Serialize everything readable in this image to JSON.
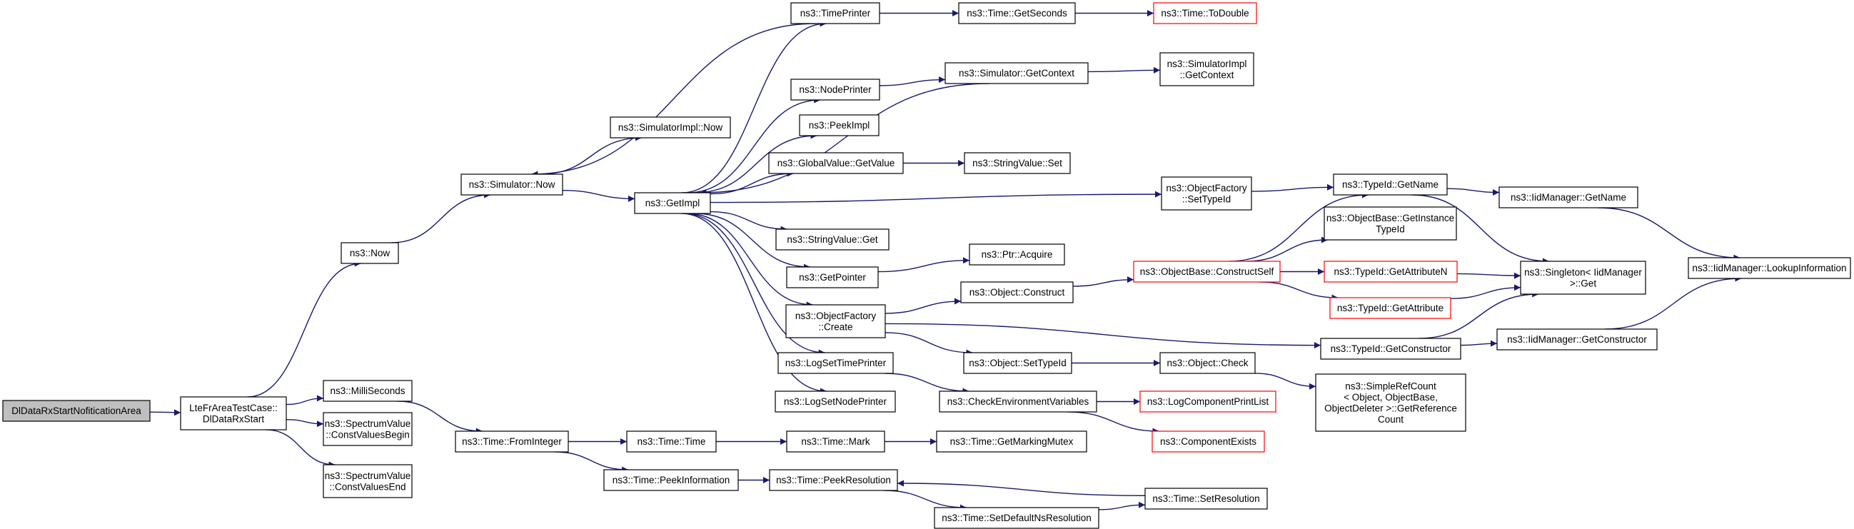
{
  "colors": {
    "edge": "#191970",
    "node_border": "#000000",
    "node_border_truncated": "#ff0000",
    "root_fill": "#bfbfbf",
    "node_fill": "#ffffff"
  },
  "nodes": [
    {
      "id": "dlnotif",
      "lines": [
        "DlDataRxStartNofiticationArea"
      ],
      "style": "root"
    },
    {
      "id": "ltefr",
      "lines": [
        "LteFrAreaTestCase::",
        "DlDataRxStart"
      ],
      "style": "normal"
    },
    {
      "id": "now",
      "lines": [
        "ns3::Now"
      ],
      "style": "normal"
    },
    {
      "id": "millis",
      "lines": [
        "ns3::MilliSeconds"
      ],
      "style": "normal"
    },
    {
      "id": "svcvb",
      "lines": [
        "ns3::SpectrumValue",
        "::ConstValuesBegin"
      ],
      "style": "normal"
    },
    {
      "id": "svcve",
      "lines": [
        "ns3::SpectrumValue",
        "::ConstValuesEnd"
      ],
      "style": "normal"
    },
    {
      "id": "simnow",
      "lines": [
        "ns3::Simulator::Now"
      ],
      "style": "normal"
    },
    {
      "id": "simimplnow",
      "lines": [
        "ns3::SimulatorImpl::Now"
      ],
      "style": "normal"
    },
    {
      "id": "getimpl",
      "lines": [
        "ns3::GetImpl"
      ],
      "style": "normal"
    },
    {
      "id": "fromint",
      "lines": [
        "ns3::Time::FromInteger"
      ],
      "style": "normal"
    },
    {
      "id": "timeprinter",
      "lines": [
        "ns3::TimePrinter"
      ],
      "style": "normal"
    },
    {
      "id": "nodeprinter",
      "lines": [
        "ns3::NodePrinter"
      ],
      "style": "normal"
    },
    {
      "id": "peekimpl",
      "lines": [
        "ns3::PeekImpl"
      ],
      "style": "normal"
    },
    {
      "id": "gvgetvalue",
      "lines": [
        "ns3::GlobalValue::GetValue"
      ],
      "style": "normal"
    },
    {
      "id": "svget",
      "lines": [
        "ns3::StringValue::Get"
      ],
      "style": "normal"
    },
    {
      "id": "getpointer",
      "lines": [
        "ns3::GetPointer"
      ],
      "style": "normal"
    },
    {
      "id": "ofcreate",
      "lines": [
        "ns3::ObjectFactory",
        "::Create"
      ],
      "style": "normal"
    },
    {
      "id": "logsettp",
      "lines": [
        "ns3::LogSetTimePrinter"
      ],
      "style": "normal"
    },
    {
      "id": "logsetnp",
      "lines": [
        "ns3::LogSetNodePrinter"
      ],
      "style": "normal"
    },
    {
      "id": "timetime",
      "lines": [
        "ns3::Time::Time"
      ],
      "style": "normal"
    },
    {
      "id": "peekinfo",
      "lines": [
        "ns3::Time::PeekInformation"
      ],
      "style": "normal"
    },
    {
      "id": "getseconds",
      "lines": [
        "ns3::Time::GetSeconds"
      ],
      "style": "normal"
    },
    {
      "id": "todouble",
      "lines": [
        "ns3::Time::ToDouble"
      ],
      "style": "truncated"
    },
    {
      "id": "simgetctx",
      "lines": [
        "ns3::Simulator::GetContext"
      ],
      "style": "normal"
    },
    {
      "id": "simimplgetctx",
      "lines": [
        "ns3::SimulatorImpl",
        "::GetContext"
      ],
      "style": "normal"
    },
    {
      "id": "svset",
      "lines": [
        "ns3::StringValue::Set"
      ],
      "style": "normal"
    },
    {
      "id": "ptracquire",
      "lines": [
        "ns3::Ptr::Acquire"
      ],
      "style": "normal"
    },
    {
      "id": "objconstruct",
      "lines": [
        "ns3::Object::Construct"
      ],
      "style": "normal"
    },
    {
      "id": "objsettypeid",
      "lines": [
        "ns3::Object::SetTypeId"
      ],
      "style": "normal"
    },
    {
      "id": "checkenv",
      "lines": [
        "ns3::CheckEnvironmentVariables"
      ],
      "style": "normal"
    },
    {
      "id": "timemark",
      "lines": [
        "ns3::Time::Mark"
      ],
      "style": "normal"
    },
    {
      "id": "peekres",
      "lines": [
        "ns3::Time::PeekResolution"
      ],
      "style": "normal"
    },
    {
      "id": "setdefns",
      "lines": [
        "ns3::Time::SetDefaultNsResolution"
      ],
      "style": "normal"
    },
    {
      "id": "ofsettypeid",
      "lines": [
        "ns3::ObjectFactory",
        "::SetTypeId"
      ],
      "style": "normal"
    },
    {
      "id": "obconstructself",
      "lines": [
        "ns3::ObjectBase::ConstructSelf"
      ],
      "style": "truncated"
    },
    {
      "id": "objcheck",
      "lines": [
        "ns3::Object::Check"
      ],
      "style": "normal"
    },
    {
      "id": "logcpl",
      "lines": [
        "ns3::LogComponentPrintList"
      ],
      "style": "truncated"
    },
    {
      "id": "compexists",
      "lines": [
        "ns3::ComponentExists"
      ],
      "style": "truncated"
    },
    {
      "id": "getmarkmutex",
      "lines": [
        "ns3::Time::GetMarkingMutex"
      ],
      "style": "normal"
    },
    {
      "id": "setres",
      "lines": [
        "ns3::Time::SetResolution"
      ],
      "style": "normal"
    },
    {
      "id": "tidgetname",
      "lines": [
        "ns3::TypeId::GetName"
      ],
      "style": "normal"
    },
    {
      "id": "obgetinst",
      "lines": [
        "ns3::ObjectBase::GetInstance",
        "TypeId"
      ],
      "style": "normal"
    },
    {
      "id": "tidgetattrn",
      "lines": [
        "ns3::TypeId::GetAttributeN"
      ],
      "style": "truncated"
    },
    {
      "id": "tidgetattr",
      "lines": [
        "ns3::TypeId::GetAttribute"
      ],
      "style": "truncated"
    },
    {
      "id": "tidgetctor",
      "lines": [
        "ns3::TypeId::GetConstructor"
      ],
      "style": "normal"
    },
    {
      "id": "simplerefcount",
      "lines": [
        "ns3::SimpleRefCount",
        "< Object, ObjectBase,",
        "ObjectDeleter >::GetReference",
        "Count"
      ],
      "style": "normal"
    },
    {
      "id": "iidgetname",
      "lines": [
        "ns3::IidManager::GetName"
      ],
      "style": "normal"
    },
    {
      "id": "singleton",
      "lines": [
        "ns3::Singleton< IidManager",
        ">::Get"
      ],
      "style": "normal"
    },
    {
      "id": "iidgetctor",
      "lines": [
        "ns3::IidManager::GetConstructor"
      ],
      "style": "normal"
    },
    {
      "id": "iidlookup",
      "lines": [
        "ns3::IidManager::LookupInformation"
      ],
      "style": "normal"
    }
  ],
  "edges": [
    [
      "dlnotif",
      "ltefr"
    ],
    [
      "ltefr",
      "now"
    ],
    [
      "ltefr",
      "millis"
    ],
    [
      "ltefr",
      "svcvb"
    ],
    [
      "ltefr",
      "svcve"
    ],
    [
      "now",
      "simnow"
    ],
    [
      "simnow",
      "simimplnow"
    ],
    [
      "simnow",
      "getimpl"
    ],
    [
      "getimpl",
      "timeprinter"
    ],
    [
      "getimpl",
      "nodeprinter"
    ],
    [
      "getimpl",
      "peekimpl"
    ],
    [
      "getimpl",
      "gvgetvalue"
    ],
    [
      "getimpl",
      "svget"
    ],
    [
      "getimpl",
      "getpointer"
    ],
    [
      "getimpl",
      "ofcreate"
    ],
    [
      "getimpl",
      "logsettp"
    ],
    [
      "getimpl",
      "logsetnp"
    ],
    [
      "getimpl",
      "ofsettypeid"
    ],
    [
      "timeprinter",
      "getseconds"
    ],
    [
      "timeprinter",
      "simnow"
    ],
    [
      "getseconds",
      "todouble"
    ],
    [
      "nodeprinter",
      "simgetctx"
    ],
    [
      "simgetctx",
      "simimplgetctx"
    ],
    [
      "simgetctx",
      "getimpl"
    ],
    [
      "gvgetvalue",
      "svset"
    ],
    [
      "getpointer",
      "ptracquire"
    ],
    [
      "ofcreate",
      "objconstruct"
    ],
    [
      "ofcreate",
      "objsettypeid"
    ],
    [
      "ofcreate",
      "tidgetctor"
    ],
    [
      "objconstruct",
      "obconstructself"
    ],
    [
      "objsettypeid",
      "objcheck"
    ],
    [
      "logsettp",
      "checkenv"
    ],
    [
      "checkenv",
      "logcpl"
    ],
    [
      "checkenv",
      "compexists"
    ],
    [
      "millis",
      "fromint"
    ],
    [
      "fromint",
      "timetime"
    ],
    [
      "fromint",
      "peekinfo"
    ],
    [
      "timetime",
      "timemark"
    ],
    [
      "timemark",
      "getmarkmutex"
    ],
    [
      "peekinfo",
      "peekres"
    ],
    [
      "peekres",
      "setdefns"
    ],
    [
      "setdefns",
      "setres"
    ],
    [
      "setres",
      "peekres"
    ],
    [
      "ofsettypeid",
      "tidgetname"
    ],
    [
      "obconstructself",
      "tidgetname"
    ],
    [
      "obconstructself",
      "obgetinst"
    ],
    [
      "obconstructself",
      "tidgetattrn"
    ],
    [
      "obconstructself",
      "tidgetattr"
    ],
    [
      "tidgetattrn",
      "singleton"
    ],
    [
      "tidgetattr",
      "singleton"
    ],
    [
      "objcheck",
      "simplerefcount"
    ],
    [
      "tidgetname",
      "iidgetname"
    ],
    [
      "tidgetname",
      "singleton"
    ],
    [
      "tidgetctor",
      "singleton"
    ],
    [
      "tidgetctor",
      "iidgetctor"
    ],
    [
      "iidgetname",
      "iidlookup"
    ],
    [
      "iidgetctor",
      "iidlookup"
    ]
  ]
}
